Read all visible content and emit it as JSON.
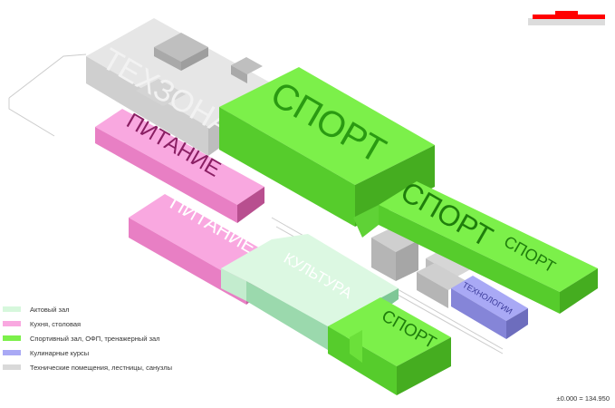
{
  "colors": {
    "culture": "#d6f7dc",
    "food": "#f9a8e0",
    "sport": "#7cf04a",
    "tech_lab": "#a9a9f5",
    "technical": "#d9d9d9",
    "accent_red": "#ff0000"
  },
  "labels": {
    "texzona": "ТЕХЗОНА",
    "pitanie_1": "ПИТАНИЕ",
    "pitanie_2": "ПИТАНИЕ",
    "sport_1": "СПОРТ",
    "sport_2": "СПОРТ",
    "sport_3": "СПОРТ",
    "sport_4": "СПОРТ",
    "kultura": "КУЛЬТУРА",
    "tehnologii": "ТЕХНОЛОГИИ"
  },
  "legend": [
    {
      "label": "Актовый зал",
      "color": "#d6f7dc"
    },
    {
      "label": "Кухня, столовая",
      "color": "#f9a8e0"
    },
    {
      "label": "Спортивный зал, ОФП, тренажерный зал",
      "color": "#7cf04a"
    },
    {
      "label": "Кулинарные курсы",
      "color": "#a9a9f5"
    },
    {
      "label": "Технические помещения, лестницы, санузлы",
      "color": "#d9d9d9"
    }
  ],
  "elevation": "±0.000 = 134.950"
}
